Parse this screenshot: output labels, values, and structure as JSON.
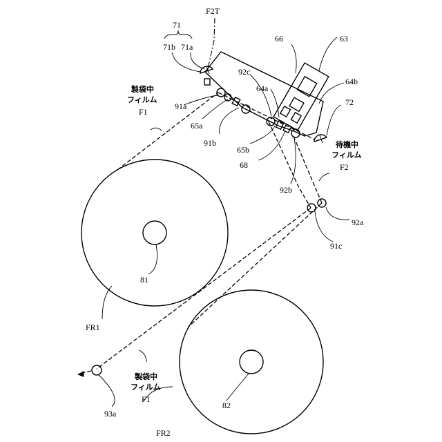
{
  "labels": {
    "f2t": "F2T",
    "n71": "71",
    "n71b": "71b",
    "n71a": "71a",
    "n66": "66",
    "n63": "63",
    "n92c": "92c",
    "n64a": "64a",
    "n64b": "64b",
    "n72": "72",
    "n91a": "91a",
    "n65a": "65a",
    "n91b": "91b",
    "n65b": "65b",
    "n68": "68",
    "n92b": "92b",
    "n92a": "92a",
    "n91c": "91c",
    "n81": "81",
    "fr1": "FR1",
    "fr2": "FR2",
    "n82": "82",
    "n93a": "93a",
    "f2": "F2",
    "f1_top": "F1",
    "f1_bottom": "F1"
  },
  "text_blocks": {
    "bagging_film_top": [
      "製袋中",
      "フィルム"
    ],
    "standby_film": [
      "待機中",
      "フィルム"
    ],
    "bagging_film_bottom": [
      "製袋中",
      "フィルム"
    ]
  }
}
